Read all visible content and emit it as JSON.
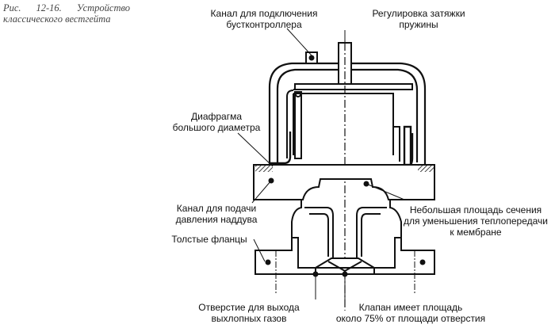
{
  "figure": {
    "caption": "Рис. 12-16. Устройство классического вестгейта"
  },
  "labels": {
    "boost_port": [
      "Канал для подключения",
      "бустконтроллера"
    ],
    "spring_adjust": [
      "Регулировка затяжки",
      "пружины"
    ],
    "diaphragm": [
      "Диафрагма",
      "большого диаметра"
    ],
    "pressure_port": [
      "Канал для подачи",
      "давления наддува"
    ],
    "thick_flanges": [
      "Толстые фланцы"
    ],
    "small_section": [
      "Небольшая площадь сечения",
      "для уменьшения теплопередачи",
      "к мембране"
    ],
    "exhaust_hole": [
      "Отверстие для выхода",
      "выхлопных газов"
    ],
    "valve_area": [
      "Клапан имеет площадь",
      "около 75% от площади отверстия"
    ]
  }
}
